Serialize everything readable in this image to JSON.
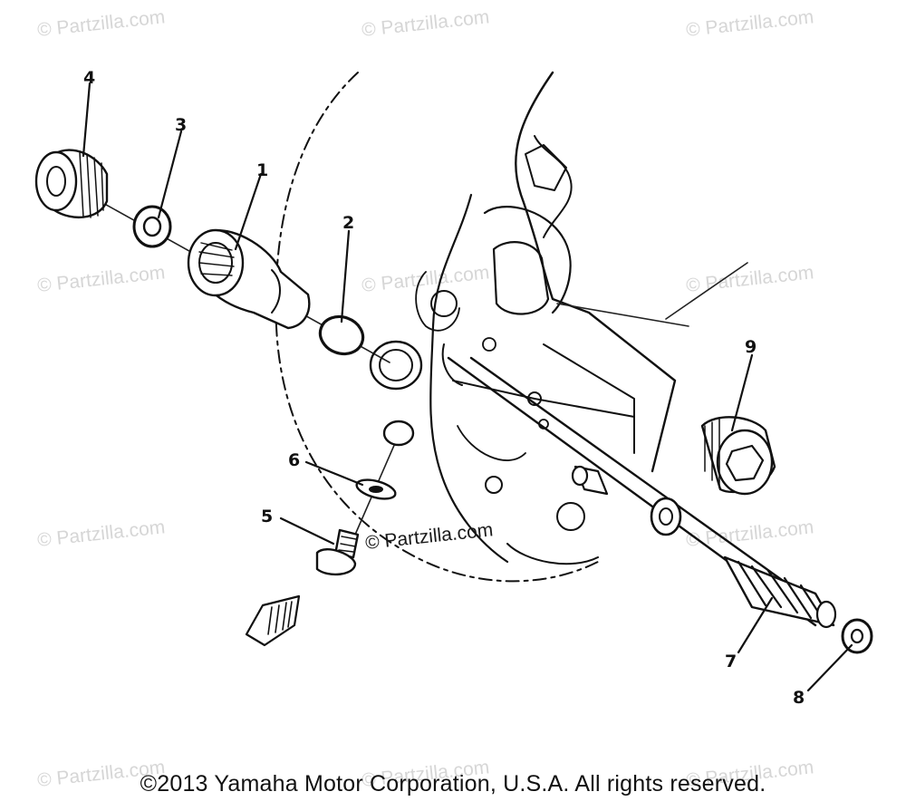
{
  "diagram": {
    "watermark": "© Partzilla.com",
    "center_watermark": "© Partzilla.com",
    "copyright": "©2013 Yamaha Motor Corporation, U.S.A. All rights reserved.",
    "callouts": [
      {
        "id": "1",
        "label": "1"
      },
      {
        "id": "2",
        "label": "2"
      },
      {
        "id": "3",
        "label": "3"
      },
      {
        "id": "4",
        "label": "4"
      },
      {
        "id": "5",
        "label": "5"
      },
      {
        "id": "6",
        "label": "6"
      },
      {
        "id": "7",
        "label": "7"
      },
      {
        "id": "8",
        "label": "8"
      },
      {
        "id": "9",
        "label": "9"
      }
    ]
  }
}
